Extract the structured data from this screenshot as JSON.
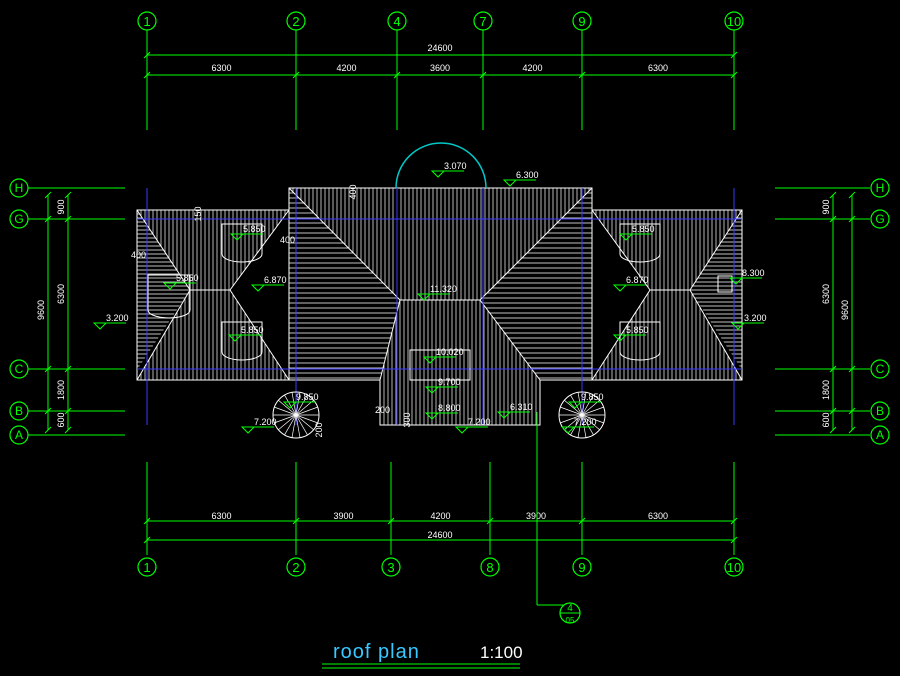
{
  "drawing": {
    "title": "roof plan",
    "scale": "1:100",
    "top_axes": [
      "1",
      "2",
      "4",
      "7",
      "9",
      "10"
    ],
    "bottom_axes": [
      "1",
      "2",
      "3",
      "8",
      "9",
      "10"
    ],
    "left_axes": [
      "H",
      "G",
      "C",
      "B",
      "A"
    ],
    "right_axes": [
      "H",
      "G",
      "C",
      "B",
      "A"
    ],
    "top_total": "24600",
    "top_segments": [
      "6300",
      "4200",
      "3600",
      "4200",
      "6300"
    ],
    "bottom_total": "24600",
    "bottom_segments": [
      "6300",
      "3900",
      "4200",
      "3900",
      "6300"
    ],
    "left_total": "9600",
    "left_segments": [
      "900",
      "6300",
      "1800",
      "600"
    ],
    "right_total": "9600",
    "right_segments": [
      "900",
      "6300",
      "1800",
      "600"
    ],
    "elevations": {
      "dome": "3.070",
      "top_right": "6.300",
      "left_upper": "5.850",
      "left_mid": "5.850",
      "left_valley": "6.870",
      "left_lower": "5.850",
      "left_eave": "3.200",
      "center_ridge": "11.320",
      "center_low1": "10.020",
      "center_low2": "9.700",
      "center_low3": "8.800",
      "center_6310": "6.310",
      "right_upper": "5.850",
      "right_valley": "6.870",
      "right_lower": "5.850",
      "right_eave": "3.200",
      "right_chimney": "8.300",
      "tower_left_top": "9.850",
      "tower_left_base": "7.200",
      "tower_right_top": "9.850",
      "tower_right_base": "7.200",
      "center_base": "7.200"
    },
    "small_dims": {
      "d400a": "400",
      "d400b": "400",
      "d400c": "400",
      "d200": "200",
      "d300": "300",
      "d150": "150",
      "d200b": "200"
    },
    "section_ref": {
      "num": "4",
      "sheet": "05"
    }
  }
}
